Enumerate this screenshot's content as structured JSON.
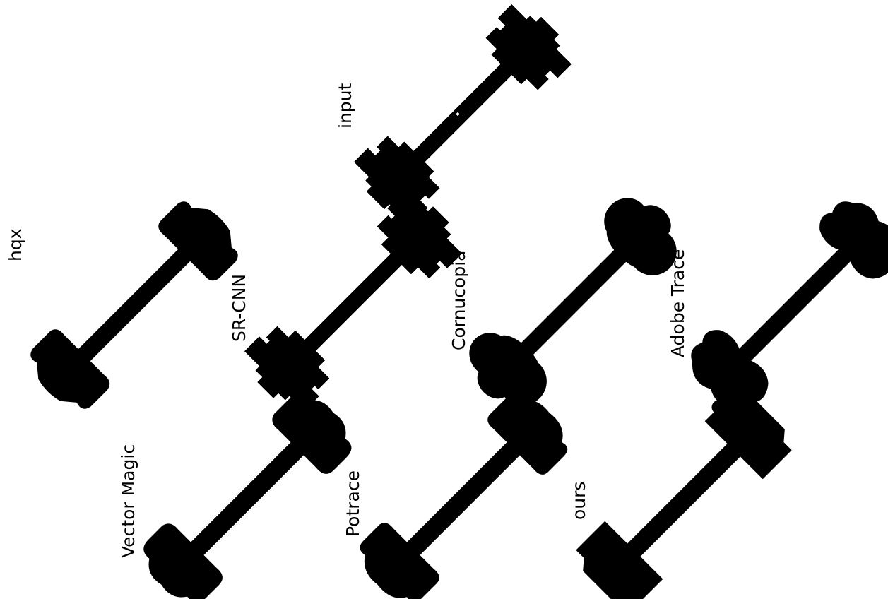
{
  "figure": {
    "panels": [
      {
        "id": "input",
        "label": "input",
        "style": "pixel"
      },
      {
        "id": "hqx",
        "label": "hqx",
        "style": "smooth"
      },
      {
        "id": "sr-cnn",
        "label": "SR-CNN",
        "style": "pixel"
      },
      {
        "id": "cornucopia",
        "label": "Cornucopia",
        "style": "blob"
      },
      {
        "id": "adobe-trace",
        "label": "Adobe Trace",
        "style": "wavy"
      },
      {
        "id": "vector-magic",
        "label": "Vector Magic",
        "style": "smooth"
      },
      {
        "id": "potrace",
        "label": "Potrace",
        "style": "smooth"
      },
      {
        "id": "ours",
        "label": "ours",
        "style": "sharp"
      }
    ],
    "fill_color": "#000000",
    "background_color": "#ffffff"
  }
}
